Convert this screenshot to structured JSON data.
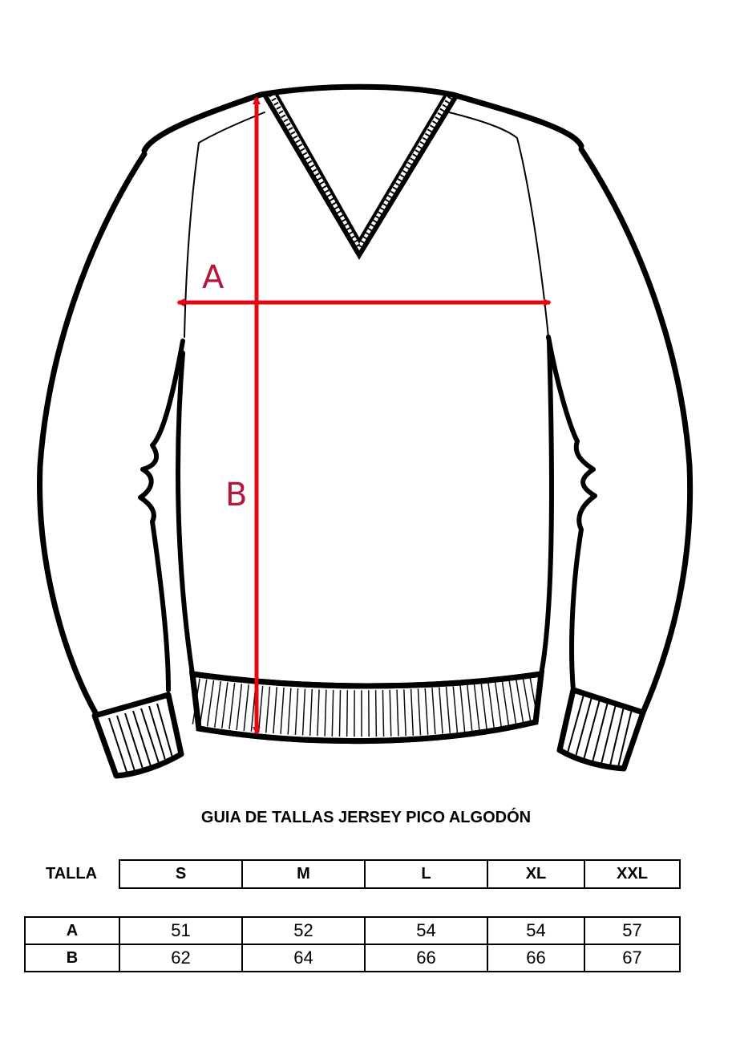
{
  "diagram": {
    "label_a": "A",
    "label_b": "B",
    "garment_color": "#000000",
    "measure_color": "#e30613",
    "label_color": "#b5173a"
  },
  "title": "GUIA DE TALLAS JERSEY PICO ALGODÓN",
  "table": {
    "header_label": "TALLA",
    "sizes": [
      "S",
      "M",
      "L",
      "XL",
      "XXL"
    ],
    "rows": [
      {
        "label": "A",
        "values": [
          "51",
          "52",
          "54",
          "54",
          "57"
        ]
      },
      {
        "label": "B",
        "values": [
          "62",
          "64",
          "66",
          "66",
          "67"
        ]
      }
    ]
  }
}
